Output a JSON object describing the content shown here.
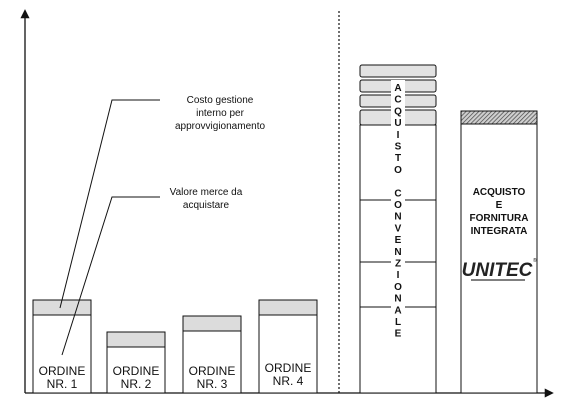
{
  "annotations": {
    "cost_label": [
      "Costo gestione",
      "interno per",
      "approvvigionamento"
    ],
    "value_label": [
      "Valore merce da",
      "acquistare"
    ]
  },
  "orders": [
    {
      "line1": "ORDINE",
      "line2": "NR. 1"
    },
    {
      "line1": "ORDINE",
      "line2": "NR. 2"
    },
    {
      "line1": "ORDINE",
      "line2": "NR. 3"
    },
    {
      "line1": "ORDINE",
      "line2": "NR. 4"
    }
  ],
  "conventional": {
    "vertical_text": [
      "A",
      "C",
      "Q",
      "U",
      "I",
      "S",
      "T",
      "O",
      "",
      "C",
      "O",
      "N",
      "V",
      "E",
      "N",
      "Z",
      "I",
      "O",
      "N",
      "A",
      "L",
      "E"
    ]
  },
  "integrated": {
    "lines": [
      "ACQUISTO",
      "E",
      "FORNITURA",
      "INTEGRATA"
    ],
    "logo": "UNITEC",
    "trademark": "®"
  },
  "colors": {
    "cap_fill": "#dcdcdc",
    "hatch": "#444444",
    "stroke": "#111111"
  }
}
